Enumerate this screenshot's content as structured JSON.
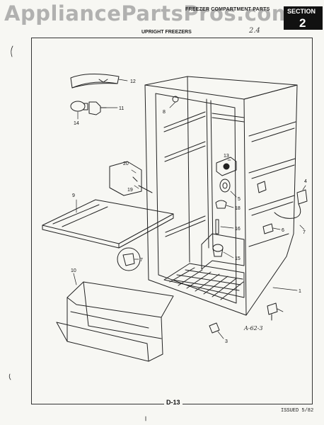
{
  "header": {
    "watermark": "AppliancePartsPros.com",
    "section_label": "SECTION",
    "section_number": "2",
    "compartment_title": "FREEZER COMPARTMENT PARTS",
    "product_title": "UPRIGHT FREEZERS",
    "handwritten_note": "2.4"
  },
  "diagram": {
    "callouts": [
      "1",
      "3",
      "4",
      "5",
      "6",
      "7",
      "8",
      "9",
      "10",
      "11",
      "12",
      "13",
      "14",
      "15",
      "16",
      "17",
      "18",
      "19",
      "20"
    ],
    "reference_note": "A-62-3",
    "code": "D-13"
  },
  "footer": {
    "issued": "ISSUED 5/82"
  },
  "colors": {
    "ink": "#222222",
    "paper": "#f7f7f3",
    "section_box": "#111111"
  }
}
